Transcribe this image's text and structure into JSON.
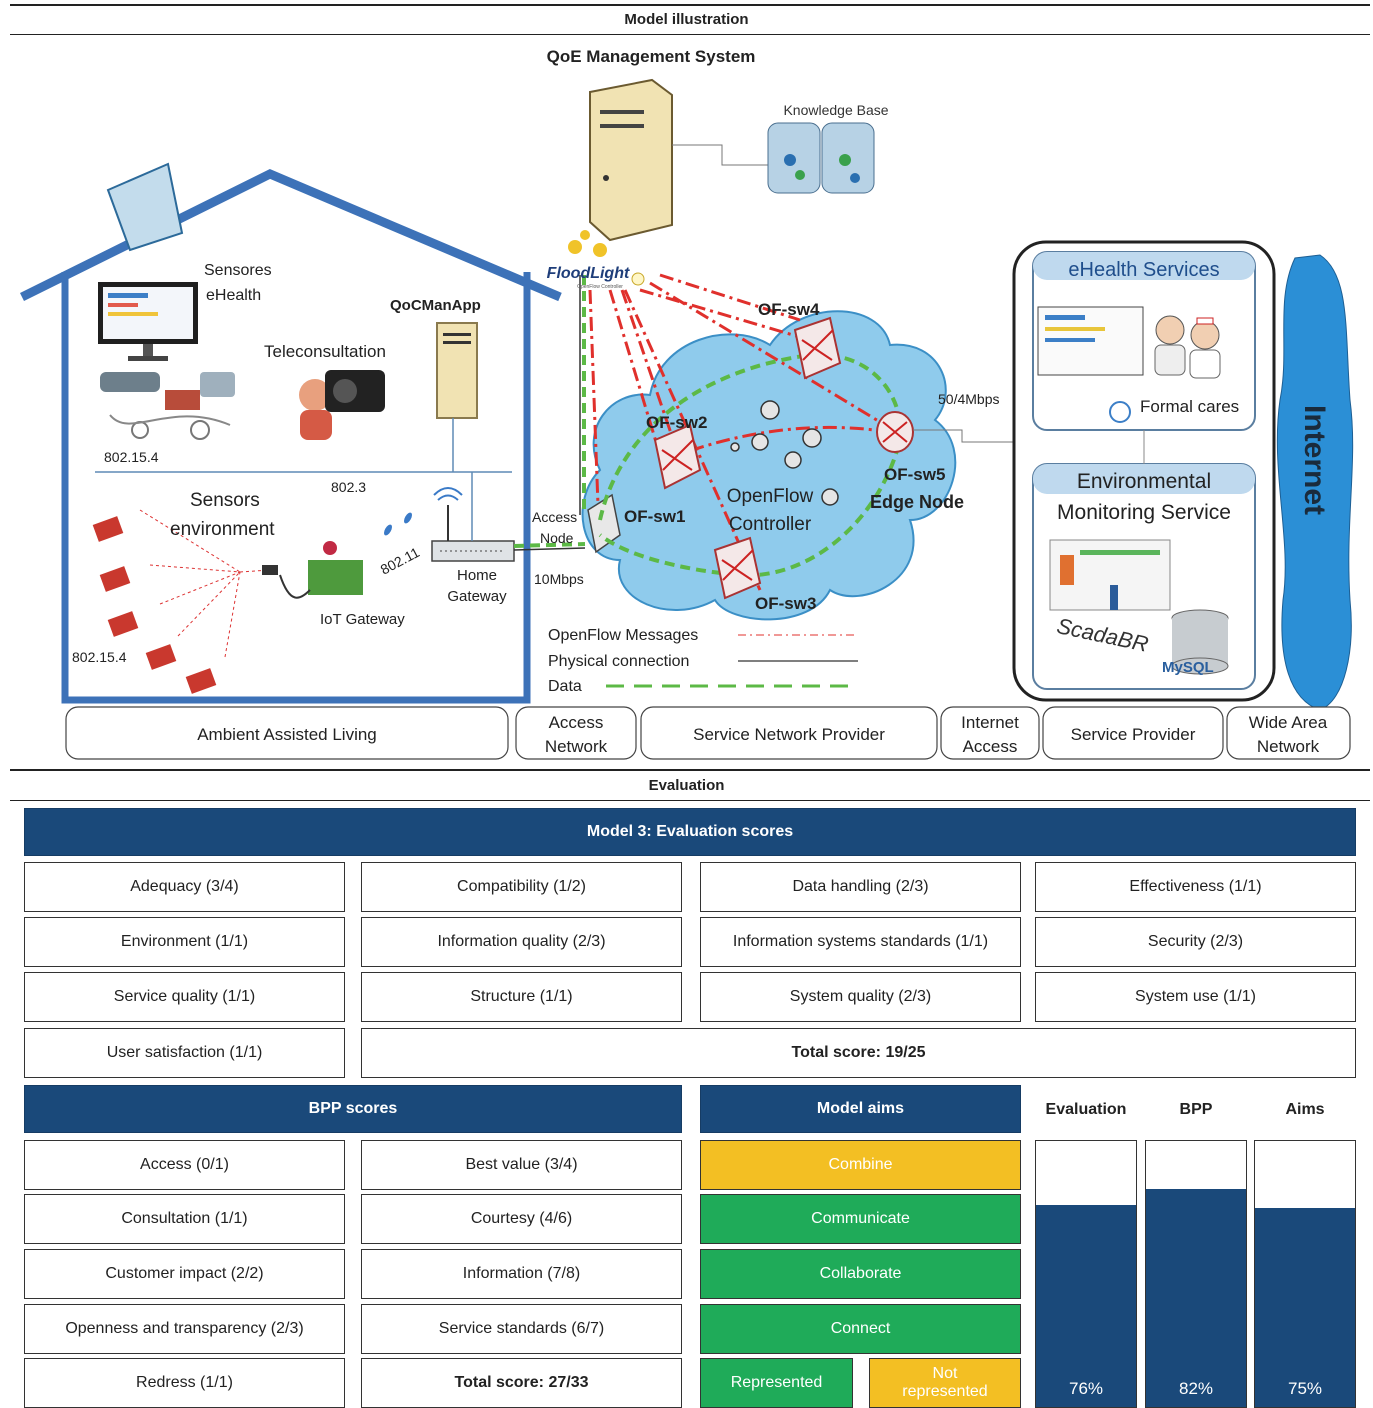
{
  "illustration_section": {
    "title": "Model illustration",
    "qoe_system": "QoE Management System",
    "knowledge_base": "Knowledge Base",
    "floodlight": "FloodLight",
    "floodlight_sub": "OpenFlow Controller",
    "sensors_ehealth_1": "Sensores",
    "sensors_ehealth_2": "eHealth",
    "qocmanapp": "QoCManApp",
    "teleconsultation": "Teleconsultation",
    "proto_802154_a": "802.15.4",
    "proto_8023": "802.3",
    "sensors_env_1": "Sensors",
    "sensors_env_2": "environment",
    "proto_80211": "802.11",
    "iot_gateway": "IoT Gateway",
    "home_gateway_1": "Home",
    "home_gateway_2": "Gateway",
    "proto_802154_b": "802.15.4",
    "access_node_1": "Access",
    "access_node_2": "Node",
    "speed_10": "10Mbps",
    "speed_50": "50/4Mbps",
    "sw1": "OF-sw1",
    "sw2": "OF-sw2",
    "sw3": "OF-sw3",
    "sw4": "OF-sw4",
    "sw5": "OF-sw5",
    "edge_node": "Edge Node",
    "of_controller_1": "OpenFlow",
    "of_controller_2": "Controller",
    "legend_openflow": "OpenFlow Messages",
    "legend_physical": "Physical connection",
    "legend_data": "Data",
    "ehealth_services": "eHealth Services",
    "formal_cares": "Formal cares",
    "env_monitor_1": "Environmental",
    "env_monitor_2": "Monitoring Service",
    "scadabr": "ScadaBR",
    "mysql": "MySQL",
    "internet": "Internet",
    "zones": [
      "Ambient Assisted Living",
      "Access Network",
      "Service Network Provider",
      "Internet Access",
      "Service Provider",
      "Wide Area Network"
    ]
  },
  "evaluation": {
    "title": "Evaluation",
    "header": "Model 3: Evaluation scores",
    "items": [
      "Adequacy (3/4)",
      "Compatibility (1/2)",
      "Data handling (2/3)",
      "Effectiveness (1/1)",
      "Environment (1/1)",
      "Information quality (2/3)",
      "Information systems standards (1/1)",
      "Security (2/3)",
      "Service quality (1/1)",
      "Structure (1/1)",
      "System quality (2/3)",
      "System use (1/1)",
      "User satisfaction (1/1)"
    ],
    "total": "Total score: 19/25"
  },
  "bpp": {
    "header": "BPP scores",
    "items": [
      "Access (0/1)",
      "Best value (3/4)",
      "Consultation (1/1)",
      "Courtesy (4/6)",
      "Customer impact (2/2)",
      "Information (7/8)",
      "Openness and transparency (2/3)",
      "Service standards (6/7)",
      "Redress (1/1)"
    ],
    "total": "Total score: 27/33"
  },
  "aims": {
    "header": "Model aims",
    "items": [
      {
        "label": "Combine",
        "status": "not"
      },
      {
        "label": "Communicate",
        "status": "rep"
      },
      {
        "label": "Collaborate",
        "status": "rep"
      },
      {
        "label": "Connect",
        "status": "rep"
      }
    ],
    "legend_represented": "Represented",
    "legend_not": "Not represented",
    "colors": {
      "represented": "#1fab59",
      "not_represented": "#f3bf23",
      "header": "#1a497a"
    }
  },
  "bars": [
    {
      "label": "Evaluation",
      "value": 76,
      "text": "76%"
    },
    {
      "label": "BPP",
      "value": 82,
      "text": "82%"
    },
    {
      "label": "Aims",
      "value": 75,
      "text": "75%"
    }
  ]
}
